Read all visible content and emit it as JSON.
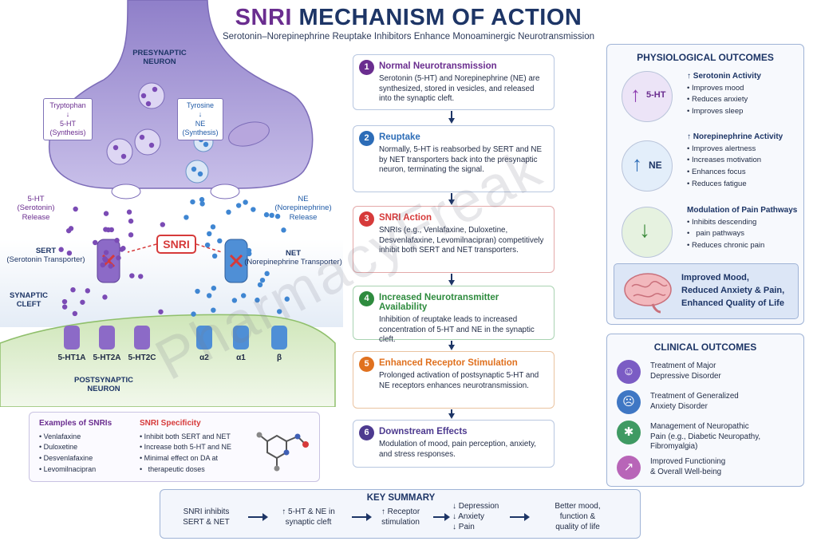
{
  "header": {
    "title_part1": "SNRI",
    "title_part2": " MECHANISM OF ACTION",
    "subtitle": "Serotonin–Norepinephrine Reuptake Inhibitors Enhance Monoaminergic Neurotransmission"
  },
  "diagram": {
    "presynaptic_label_line1": "PRESYNAPTIC",
    "presynaptic_label_line2": "NEURON",
    "tryptophan": "Tryptophan",
    "ht_synthesis_line1": "5-HT",
    "ht_synthesis_line2": "(Synthesis)",
    "tyrosine": "Tyrosine",
    "ne_synthesis_line1": "NE",
    "ne_synthesis_line2": "(Synthesis)",
    "ht_release_line1": "5-HT",
    "ht_release_line2": "(Serotonin)",
    "ht_release_line3": "Release",
    "ne_release_line1": "NE",
    "ne_release_line2": "(Norepinephrine)",
    "ne_release_line3": "Release",
    "sert_line1": "SERT",
    "sert_line2": "(Serotonin Transporter)",
    "net_line1": "NET",
    "net_line2": "(Norepinephrine Transporter)",
    "snri_badge": "SNRI",
    "cleft_line1": "SYNAPTIC",
    "cleft_line2": "CLEFT",
    "receptors": [
      "5-HT1A",
      "5-HT2A",
      "5-HT2C",
      "α2",
      "α1",
      "β"
    ],
    "postsynaptic_line1": "POSTSYNAPTIC",
    "postsynaptic_line2": "NEURON",
    "colors": {
      "serotonin": "#7b4bb5",
      "norepinephrine": "#3f86d2",
      "inhibit": "#d63a3a",
      "membrane": "#a99bd6",
      "post": "#b8d89c"
    }
  },
  "examples": {
    "title": "Examples of SNRIs",
    "items": [
      "Venlafaxine",
      "Duloxetine",
      "Desvenlafaxine",
      "Levomilnacipran"
    ]
  },
  "specificity": {
    "title": "SNRI Specificity",
    "items": [
      "Inhibit both SERT and NET",
      "Increase both 5-HT and NE",
      "Minimal effect on DA at",
      "therapeutic doses"
    ]
  },
  "steps": [
    {
      "num": "1",
      "title": "Normal Neurotransmission",
      "color": "#6a2d8f",
      "body": "Serotonin (5-HT) and Norepinephrine (NE) are synthesized, stored in vesicles, and released into the synaptic cleft."
    },
    {
      "num": "2",
      "title": "Reuptake",
      "color": "#2c6cb7",
      "body": "Normally, 5-HT is reabsorbed by SERT and NE by NET transporters back into the presynaptic neuron, terminating the signal."
    },
    {
      "num": "3",
      "title": "SNRI Action",
      "color": "#d63a3a",
      "body": "SNRIs (e.g., Venlafaxine, Duloxetine, Desvenlafaxine, Levomilnacipran) competitively inhibit both SERT and NET transporters."
    },
    {
      "num": "4",
      "title": "Increased Neurotransmitter Availability",
      "color": "#2e8b3e",
      "body": "Inhibition of reuptake leads to increased concentration of 5-HT and NE in the synaptic cleft."
    },
    {
      "num": "5",
      "title": "Enhanced Receptor Stimulation",
      "color": "#e0711f",
      "body": "Prolonged activation of postsynaptic 5-HT and NE receptors enhances neurotransmission."
    },
    {
      "num": "6",
      "title": "Downstream Effects",
      "color": "#4d3a8f",
      "body": "Modulation of mood, pain perception, anxiety, and stress responses."
    }
  ],
  "physiological": {
    "title": "PHYSIOLOGICAL OUTCOMES",
    "ht_icon_label": "5-HT",
    "ne_icon_label": "NE",
    "serotonin_title": "↑ Serotonin Activity",
    "serotonin_items": [
      "Improves mood",
      "Reduces anxiety",
      "Improves sleep"
    ],
    "ne_title": "↑ Norepinephrine Activity",
    "ne_items": [
      "Improves alertness",
      "Increases motivation",
      "Enhances focus",
      "Reduces fatigue"
    ],
    "pain_title": "Modulation of Pain Pathways",
    "pain_items": [
      "Inhibits descending",
      "pain pathways",
      "Reduces chronic pain"
    ],
    "mood_line1": "Improved Mood,",
    "mood_line2": "Reduced Anxiety & Pain,",
    "mood_line3": "Enhanced Quality of Life"
  },
  "clinical": {
    "title": "CLINICAL OUTCOMES",
    "items": [
      {
        "line1": "Treatment of Major",
        "line2": "Depressive Disorder",
        "color": "#7b5cc4",
        "icon": "☺"
      },
      {
        "line1": "Treatment of Generalized",
        "line2": "Anxiety Disorder",
        "color": "#3f77c4",
        "icon": "☹"
      },
      {
        "line1": "Management of Neuropathic",
        "line2": "Pain (e.g., Diabetic Neuropathy, Fibromyalgia)",
        "color": "#3f9a63",
        "icon": "✱"
      },
      {
        "line1": "Improved Functioning",
        "line2": "& Overall Well-being",
        "color": "#b865b8",
        "icon": "↗"
      }
    ]
  },
  "summary": {
    "title": "KEY SUMMARY",
    "s1_line1": "SNRI inhibits",
    "s1_line2": "SERT & NET",
    "s2_line1": "↑ 5-HT & NE in",
    "s2_line2": "synaptic cleft",
    "s3_line1": "↑ Receptor",
    "s3_line2": "stimulation",
    "s4_line1": "↓ Depression",
    "s4_line2": "↓ Anxiety",
    "s4_line3": "↓ Pain",
    "s5_line1": "Better mood,",
    "s5_line2": "function &",
    "s5_line3": "quality of life"
  },
  "watermark": "PharmacyFreak"
}
